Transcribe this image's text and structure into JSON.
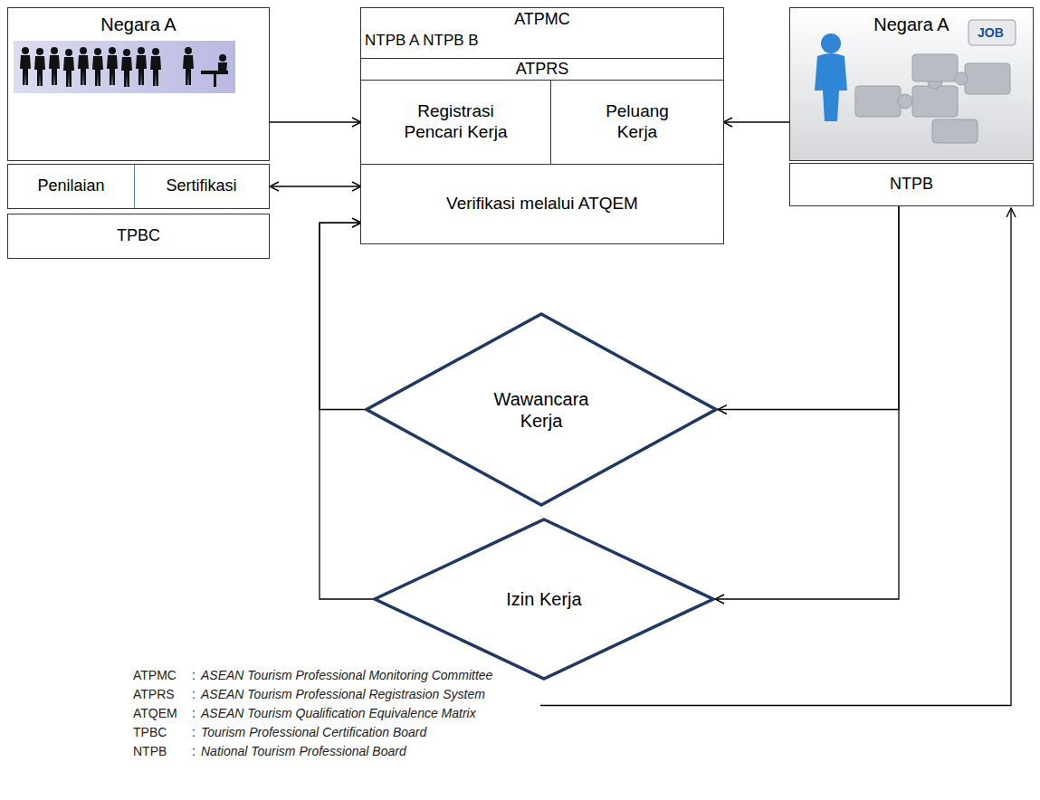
{
  "diagram": {
    "nodes": [
      {
        "text": [
          "Negara A"
        ]
      },
      {
        "text": [
          "Penilaian"
        ]
      },
      {
        "text": [
          "Sertifikasi"
        ]
      },
      {
        "text": [
          "TPBC"
        ]
      },
      {
        "text": [
          "ATPMC",
          "NTPB A NTPB B"
        ]
      },
      {
        "text": [
          "ATPRS"
        ],
        "in": 4
      },
      {
        "text": [
          "Registrasi Pencari Kerja"
        ],
        "in": 4
      },
      {
        "text": [
          "Peluang Kerja"
        ],
        "in": 4
      },
      {
        "text": [
          "Verifikasi melalui ATQEM"
        ],
        "in": 4
      },
      {
        "text": [
          "Negara A"
        ]
      },
      {
        "text": [
          "NTPB"
        ]
      },
      {
        "text": [
          "Wawancara Kerja"
        ]
      },
      {
        "text": [
          "Izin Kerja"
        ]
      }
    ],
    "edges": [
      {
        "from": 0,
        "to": 6,
        "arrow": "to"
      },
      {
        "from": 2,
        "to": 8,
        "arrow": "both"
      },
      {
        "from": 9,
        "to": 7,
        "arrow": "to"
      },
      {
        "from": 10,
        "to": 11,
        "arrow": "to"
      },
      {
        "from": 10,
        "to": 12,
        "arrow": "to"
      },
      {
        "from": 11,
        "to": 8,
        "arrow": "to"
      },
      {
        "from": 12,
        "to": 8,
        "arrow": "to"
      }
    ],
    "labels": [
      "JOB",
      "ATPMC",
      ":",
      "ASEAN Tourism Professional Monitoring Committee",
      "ATPRS",
      ":",
      "ASEAN Tourism Professional Registrasion System",
      "ATQEM",
      ":",
      "ASEAN Tourism Qualification Equivalence Matrix",
      "TPBC",
      ":",
      "Tourism Professional Certification Board",
      "NTPB",
      ":",
      "National Tourism Professional Board"
    ]
  }
}
